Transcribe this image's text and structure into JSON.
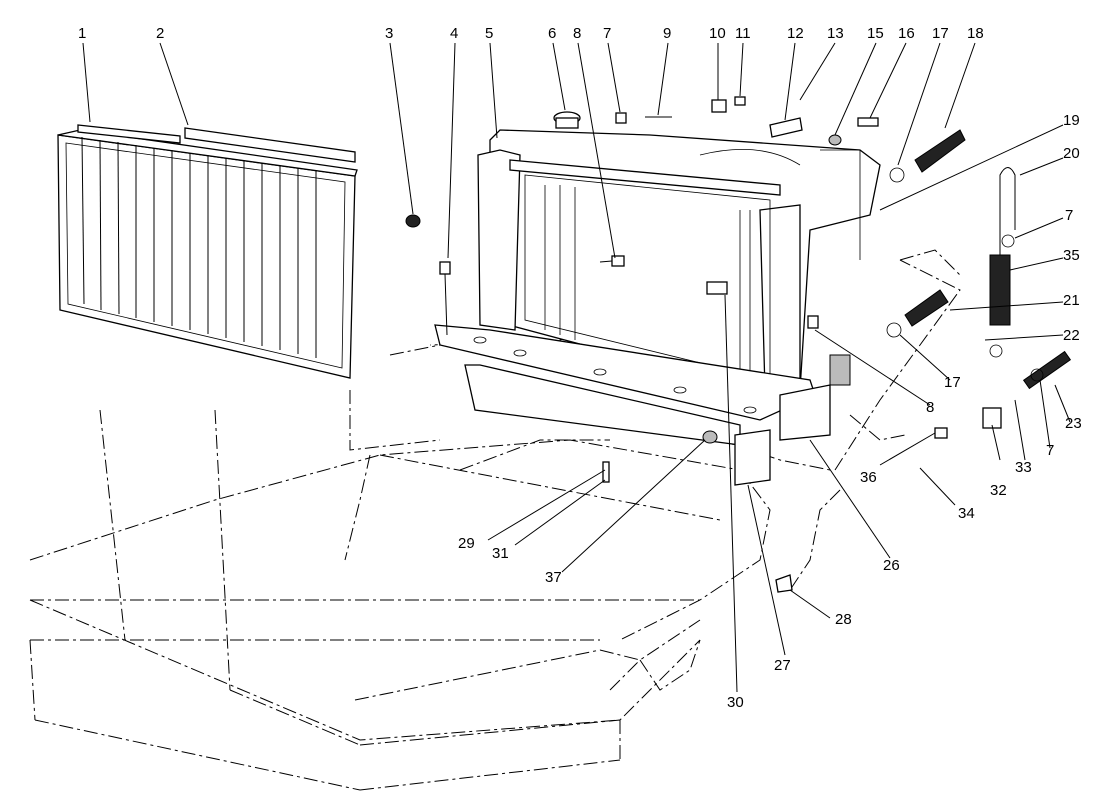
{
  "diagram": {
    "callouts": [
      "1",
      "2",
      "3",
      "4",
      "5",
      "6",
      "8",
      "7",
      "9",
      "10",
      "11",
      "12",
      "13",
      "15",
      "16",
      "17",
      "18",
      "19",
      "20",
      "7",
      "35",
      "21",
      "22",
      "17",
      "8",
      "23",
      "7",
      "33",
      "32",
      "36",
      "34",
      "26",
      "28",
      "27",
      "30",
      "29",
      "31",
      "37"
    ]
  }
}
